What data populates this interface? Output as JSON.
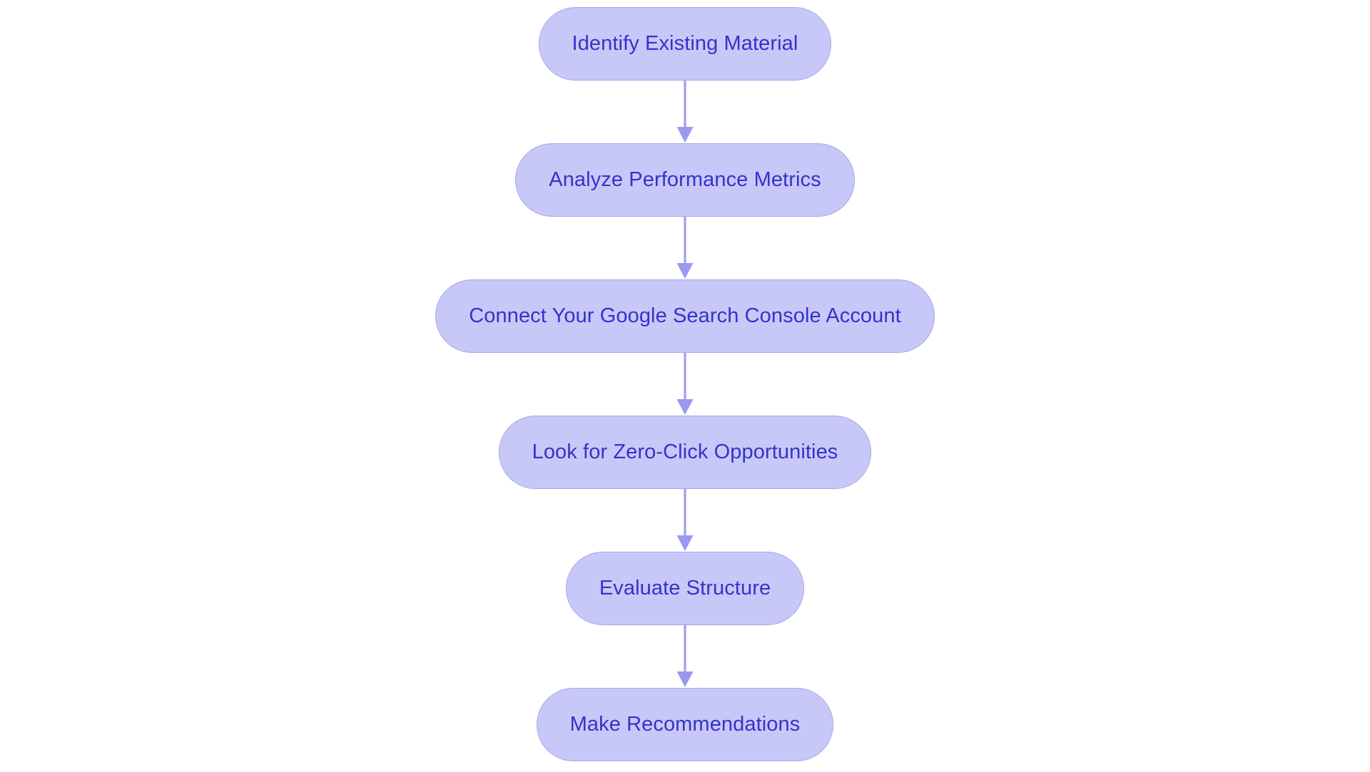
{
  "diagram": {
    "type": "flowchart",
    "orientation": "top-to-bottom",
    "title": "",
    "background_color": "#ffffff",
    "node_fill_color": "#c8c8f8",
    "node_border_color": "#a6a6ea",
    "node_text_color": "#3333cc",
    "connector_color": "#9999ee",
    "node_shape": "stadium",
    "nodes": [
      {
        "id": "n1",
        "label": "Identify Existing Material"
      },
      {
        "id": "n2",
        "label": "Analyze Performance Metrics"
      },
      {
        "id": "n3",
        "label": "Connect Your Google Search Console Account"
      },
      {
        "id": "n4",
        "label": "Look for Zero-Click Opportunities"
      },
      {
        "id": "n5",
        "label": "Evaluate Structure"
      },
      {
        "id": "n6",
        "label": "Make Recommendations"
      }
    ],
    "edges": [
      {
        "id": "e1",
        "from": "n1",
        "to": "n2",
        "label": "",
        "arrow": "arrow-down-icon"
      },
      {
        "id": "e2",
        "from": "n2",
        "to": "n3",
        "label": "",
        "arrow": "arrow-down-icon"
      },
      {
        "id": "e3",
        "from": "n3",
        "to": "n4",
        "label": "",
        "arrow": "arrow-down-icon"
      },
      {
        "id": "e4",
        "from": "n4",
        "to": "n5",
        "label": "",
        "arrow": "arrow-down-icon"
      },
      {
        "id": "e5",
        "from": "n5",
        "to": "n6",
        "label": "",
        "arrow": "arrow-down-icon"
      }
    ]
  }
}
